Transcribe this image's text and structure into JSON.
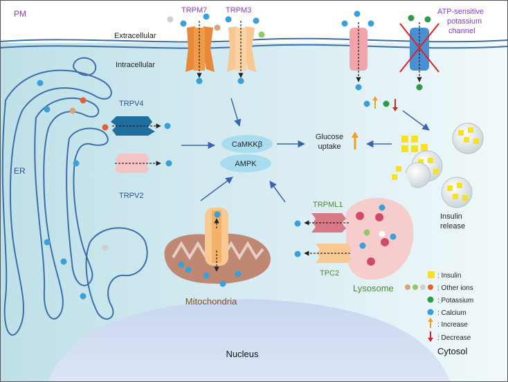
{
  "labels": {
    "pm": "PM",
    "extracellular": "Extracellular",
    "intracellular": "Intracellular",
    "trpm7": "TRPM7",
    "trpm3": "TRPM3",
    "katp_line1": "ATP-sensitive",
    "katp_line2": "potassium",
    "katp_line3": "channel",
    "trpv4": "TRPV4",
    "trpv2": "TRPV2",
    "er": "ER",
    "camkk": "CaMKKβ",
    "ampk": "AMPK",
    "glucose_line1": "Glucose",
    "glucose_line2": "uptake",
    "insulin_release_line1": "Insulin",
    "insulin_release_line2": "release",
    "trpml1": "TRPML1",
    "tpc2": "TPC2",
    "lysosome": "Lysosome",
    "mitochondria": "Mitochondria",
    "nucleus": "Nucleus",
    "cytosol": "Cytosol"
  },
  "legend": [
    {
      "key": "insulin",
      "label": ": Insulin",
      "symbol": "square",
      "color": "#f5e125"
    },
    {
      "key": "other_ions",
      "label": ": Other ions",
      "symbol": "dots",
      "colors": [
        "#d6a47a",
        "#8fc864",
        "#cfcfcf",
        "#e0603a"
      ]
    },
    {
      "key": "potassium",
      "label": ": Potassium",
      "symbol": "dot",
      "color": "#2e9a4a"
    },
    {
      "key": "calcium",
      "label": ": Calcium",
      "symbol": "dot",
      "color": "#3aa0d8"
    },
    {
      "key": "increase",
      "label": ": Increase",
      "symbol": "up-arrow",
      "color": "#f0a020"
    },
    {
      "key": "decrease",
      "label": ": Decrease",
      "symbol": "down-arrow",
      "color": "#d82020"
    }
  ],
  "colors": {
    "calcium": "#3aa0d8",
    "potassium": "#2e9a4a",
    "insulin": "#f5e125",
    "membrane": "#3a6ea8",
    "pathway_arrow": "#3a64b0",
    "trpm7": "#e8893a",
    "trpm3": "#f7c891",
    "trpv4": "#1e6e9e",
    "trpv2": "#f4c4c4",
    "mitochondria": "#c08872",
    "lysosome": "#f7cccc",
    "ampk_oval": "#a8dcee",
    "pm_label": "#8a3ad0",
    "channel_label": "#2e4c9a",
    "lysosome_label": "#4a8a32",
    "mito_label": "#8a4a22",
    "increase": "#f0a020",
    "decrease": "#d82020"
  }
}
